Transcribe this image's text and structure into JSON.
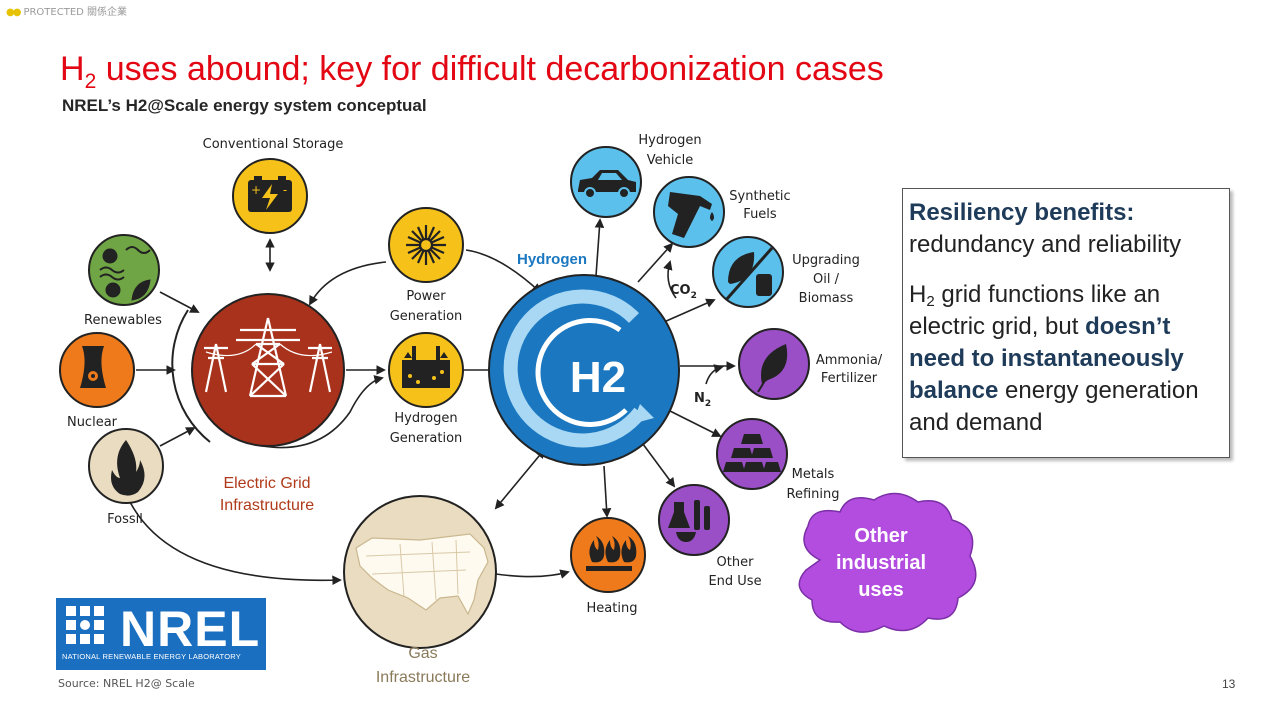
{
  "classification": "PROTECTED 關係企業",
  "title": {
    "prefix": "H",
    "sub": "2",
    "rest": " uses abound; key for difficult decarbonization cases"
  },
  "subtitle": "NREL’s H2@Scale energy system conceptual",
  "diagram": {
    "hub_label": "Hydrogen",
    "hub_text": "H2",
    "nodes": {
      "conventional_storage": "Conventional Storage",
      "renewables": "Renewables",
      "nuclear": "Nuclear",
      "fossil": "Fossil",
      "electric_grid_1": "Electric Grid",
      "electric_grid_2": "Infrastructure",
      "power_gen_1": "Power",
      "power_gen_2": "Generation",
      "hydrogen_gen_1": "Hydrogen",
      "hydrogen_gen_2": "Generation",
      "gas_1": "Gas",
      "gas_2": "Infrastructure",
      "heating": "Heating",
      "hydrogen_vehicle_1": "Hydrogen",
      "hydrogen_vehicle_2": "Vehicle",
      "synthetic_fuels_1": "Synthetic",
      "synthetic_fuels_2": "Fuels",
      "upgrading_1": "Upgrading",
      "upgrading_2": "Oil /",
      "upgrading_3": "Biomass",
      "ammonia_1": "Ammonia/",
      "ammonia_2": "Fertilizer",
      "metals_1": "Metals",
      "metals_2": "Refining",
      "other_end_use_1": "Other",
      "other_end_use_2": "End Use",
      "co2": "CO",
      "co2_sub": "2",
      "n2": "N",
      "n2_sub": "2"
    }
  },
  "callout": {
    "heading": "Resiliency benefits:",
    "line1": "redundancy and reliability",
    "p2_a": "H",
    "p2_sub": "2",
    "p2_b": " grid functions like an electric grid, but ",
    "p2_bold": "doesn’t need to instantaneously balance",
    "p2_c": " energy generation and demand"
  },
  "cloud": {
    "line1": "Other",
    "line2": "industrial",
    "line3": "uses"
  },
  "logo": {
    "word": "NREL",
    "sub": "NATIONAL RENEWABLE ENERGY LABORATORY"
  },
  "source": "Source: NREL H2@ Scale",
  "page_number": "13",
  "colors": {
    "title_red": "#e30613",
    "hub_blue": "#1b78c0",
    "grid_red": "#a8321c",
    "purple": "#9b4fc7",
    "yellow": "#f6c21a",
    "orange": "#ee7a1b",
    "light_blue": "#5bc0ec",
    "green": "#6fa544",
    "tan": "#eadcc0",
    "nrel_blue": "#1b6fc0"
  }
}
